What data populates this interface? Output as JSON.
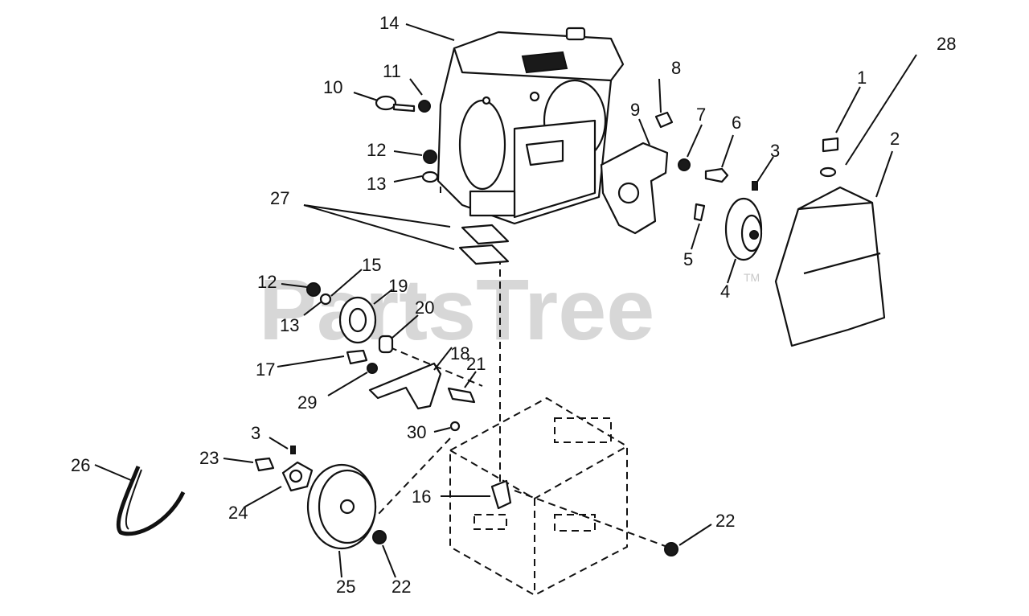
{
  "watermark": {
    "text": "PartsTree",
    "trademark": "TM"
  },
  "callouts": [
    "1",
    "2",
    "3",
    "3",
    "4",
    "5",
    "6",
    "7",
    "8",
    "9",
    "10",
    "11",
    "12",
    "12",
    "13",
    "13",
    "14",
    "15",
    "16",
    "17",
    "18",
    "19",
    "20",
    "21",
    "22",
    "22",
    "23",
    "24",
    "25",
    "26",
    "27",
    "28",
    "29",
    "30"
  ]
}
